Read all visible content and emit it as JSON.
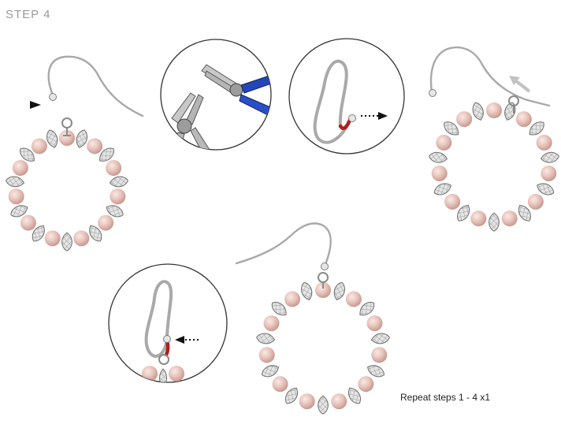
{
  "step": {
    "title": "STEP 4"
  },
  "note": {
    "repeat": "Repeat steps 1 - 4 x1"
  },
  "colors": {
    "pearl": "#e6c3bb",
    "pearl_shade": "#c99a90",
    "crystal": "#d8d8d8",
    "crystal_stroke": "#6e6e6e",
    "wire": "#a9a9a9",
    "wire_dark": "#7d7d7d",
    "red_wire": "#b01e1e",
    "arrow_gray": "#c2c2c2",
    "plier_blue": "#1f3fa8",
    "plier_metal": "#b9b9b9",
    "circle_stroke": "#333333"
  },
  "icons": [
    "pearl-bead",
    "crystal-drop-bead",
    "ear-wire-hook",
    "flat-nose-plier-icon",
    "direction-arrow-icon"
  ]
}
